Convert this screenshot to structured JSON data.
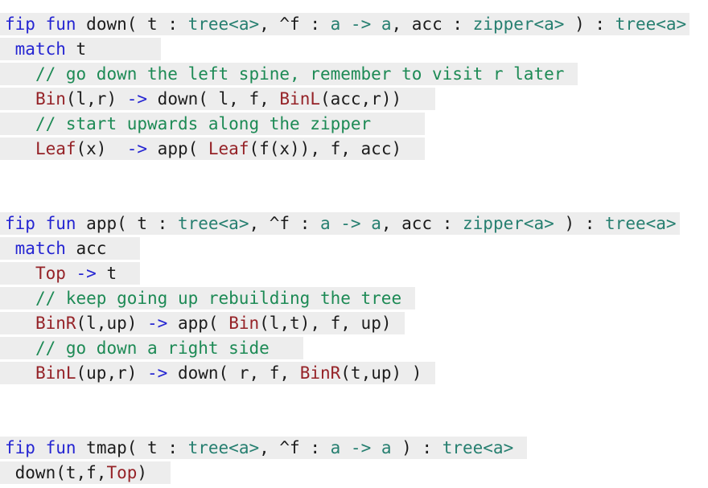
{
  "style": {
    "colors": {
      "keyword": "#2525d2",
      "type": "#267f70",
      "comment": "#1d8a55",
      "constructor": "#952227",
      "plain": "#1c1c1c",
      "line_highlight": "#ededed",
      "background": "#ffffff"
    }
  },
  "code": {
    "lines": [
      {
        "trail": 0,
        "tokens": [
          [
            "kw",
            "fip"
          ],
          [
            "pl",
            " "
          ],
          [
            "kw",
            "fun"
          ],
          [
            "pl",
            " down( t : "
          ],
          [
            "tp",
            "tree<a>"
          ],
          [
            "pl",
            ", ^f : "
          ],
          [
            "tp",
            "a -> a"
          ],
          [
            "pl",
            ", acc : "
          ],
          [
            "tp",
            "zipper<a>"
          ],
          [
            "pl",
            " ) : "
          ],
          [
            "tp",
            "tree<a>"
          ]
        ]
      },
      {
        "trail": 7,
        "tokens": [
          [
            "pl",
            " "
          ],
          [
            "kw",
            "match"
          ],
          [
            "pl",
            " t"
          ]
        ]
      },
      {
        "trail": 1,
        "tokens": [
          [
            "pl",
            "   "
          ],
          [
            "cm",
            "// go down the left spine, remember to visit r later"
          ]
        ]
      },
      {
        "trail": 3,
        "tokens": [
          [
            "pl",
            "   "
          ],
          [
            "cons",
            "Bin"
          ],
          [
            "pl",
            "(l,r) "
          ],
          [
            "kw",
            "->"
          ],
          [
            "pl",
            " down( l, f, "
          ],
          [
            "cons",
            "BinL"
          ],
          [
            "pl",
            "(acc,r))"
          ]
        ]
      },
      {
        "trail": 5,
        "tokens": [
          [
            "pl",
            "   "
          ],
          [
            "cm",
            "// start upwards along the zipper"
          ]
        ]
      },
      {
        "trail": 2,
        "tokens": [
          [
            "pl",
            "   "
          ],
          [
            "cons",
            "Leaf"
          ],
          [
            "pl",
            "(x)  "
          ],
          [
            "kw",
            "->"
          ],
          [
            "pl",
            " app( "
          ],
          [
            "cons",
            "Leaf"
          ],
          [
            "pl",
            "(f(x)), f, acc)"
          ]
        ]
      },
      {
        "blank": true
      },
      {
        "blank": true
      },
      {
        "trail": 0,
        "tokens": [
          [
            "kw",
            "fip"
          ],
          [
            "pl",
            " "
          ],
          [
            "kw",
            "fun"
          ],
          [
            "pl",
            " app( t : "
          ],
          [
            "tp",
            "tree<a>"
          ],
          [
            "pl",
            ", ^f : "
          ],
          [
            "tp",
            "a -> a"
          ],
          [
            "pl",
            ", acc : "
          ],
          [
            "tp",
            "zipper<a>"
          ],
          [
            "pl",
            " ) : "
          ],
          [
            "tp",
            "tree<a>"
          ]
        ]
      },
      {
        "trail": 3,
        "tokens": [
          [
            "pl",
            " "
          ],
          [
            "kw",
            "match"
          ],
          [
            "pl",
            " acc"
          ]
        ]
      },
      {
        "trail": 2,
        "tokens": [
          [
            "pl",
            "   "
          ],
          [
            "cons",
            "Top"
          ],
          [
            "pl",
            " "
          ],
          [
            "kw",
            "->"
          ],
          [
            "pl",
            " t"
          ]
        ]
      },
      {
        "trail": 1,
        "tokens": [
          [
            "pl",
            "   "
          ],
          [
            "cm",
            "// keep going up rebuilding the tree"
          ]
        ]
      },
      {
        "trail": 1,
        "tokens": [
          [
            "pl",
            "   "
          ],
          [
            "cons",
            "BinR"
          ],
          [
            "pl",
            "(l,up) "
          ],
          [
            "kw",
            "->"
          ],
          [
            "pl",
            " app( "
          ],
          [
            "cons",
            "Bin"
          ],
          [
            "pl",
            "(l,t), f, up)"
          ]
        ]
      },
      {
        "trail": 3,
        "tokens": [
          [
            "pl",
            "   "
          ],
          [
            "cm",
            "// go down a right side"
          ]
        ]
      },
      {
        "trail": 1,
        "tokens": [
          [
            "pl",
            "   "
          ],
          [
            "cons",
            "BinL"
          ],
          [
            "pl",
            "(up,r) "
          ],
          [
            "kw",
            "->"
          ],
          [
            "pl",
            " down( r, f, "
          ],
          [
            "cons",
            "BinR"
          ],
          [
            "pl",
            "(t,up) )"
          ]
        ]
      },
      {
        "blank": true
      },
      {
        "blank": true
      },
      {
        "trail": 1,
        "tokens": [
          [
            "kw",
            "fip"
          ],
          [
            "pl",
            " "
          ],
          [
            "kw",
            "fun"
          ],
          [
            "pl",
            " tmap( t : "
          ],
          [
            "tp",
            "tree<a>"
          ],
          [
            "pl",
            ", ^f : "
          ],
          [
            "tp",
            "a -> a"
          ],
          [
            "pl",
            " ) : "
          ],
          [
            "tp",
            "tree<a>"
          ]
        ]
      },
      {
        "trail": 2,
        "tokens": [
          [
            "pl",
            " down(t,f,"
          ],
          [
            "cons",
            "Top"
          ],
          [
            "pl",
            ")"
          ]
        ]
      }
    ]
  }
}
